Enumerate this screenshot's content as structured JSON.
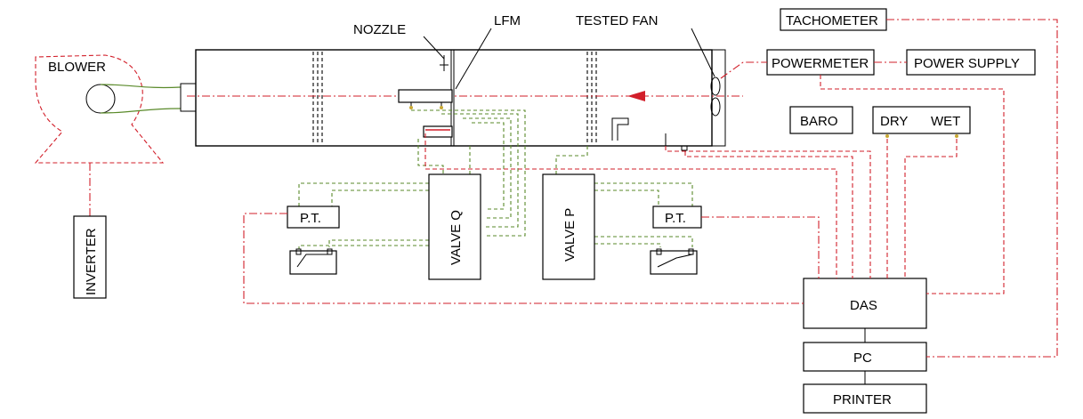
{
  "labels": {
    "blower": "BLOWER",
    "inverter": "INVERTER",
    "nozzle": "NOZZLE",
    "lfm": "LFM",
    "tested_fan": "TESTED FAN",
    "tachometer": "TACHOMETER",
    "powermeter": "POWERMETER",
    "power_supply": "POWER SUPPLY",
    "baro": "BARO",
    "dry": "DRY",
    "wet": "WET",
    "pt_left": "P.T.",
    "pt_right": "P.T.",
    "valve_q": "VALVE   Q",
    "valve_p": "VALVE   P",
    "das": "DAS",
    "pc": "PC",
    "printer": "PRINTER"
  },
  "colors": {
    "signal_line": "#d21f2a",
    "pressure_tube": "#5a8a2a",
    "outline": "#000000"
  }
}
